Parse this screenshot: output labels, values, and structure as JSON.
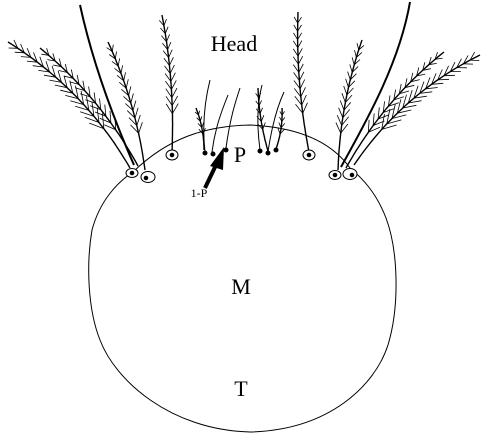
{
  "labels": {
    "head": "Head",
    "prothorax": "P",
    "mesothorax": "M",
    "metathorax": "T",
    "seta_pointer": "1-P"
  },
  "colors": {
    "ink": "#000000",
    "background": "#ffffff"
  }
}
